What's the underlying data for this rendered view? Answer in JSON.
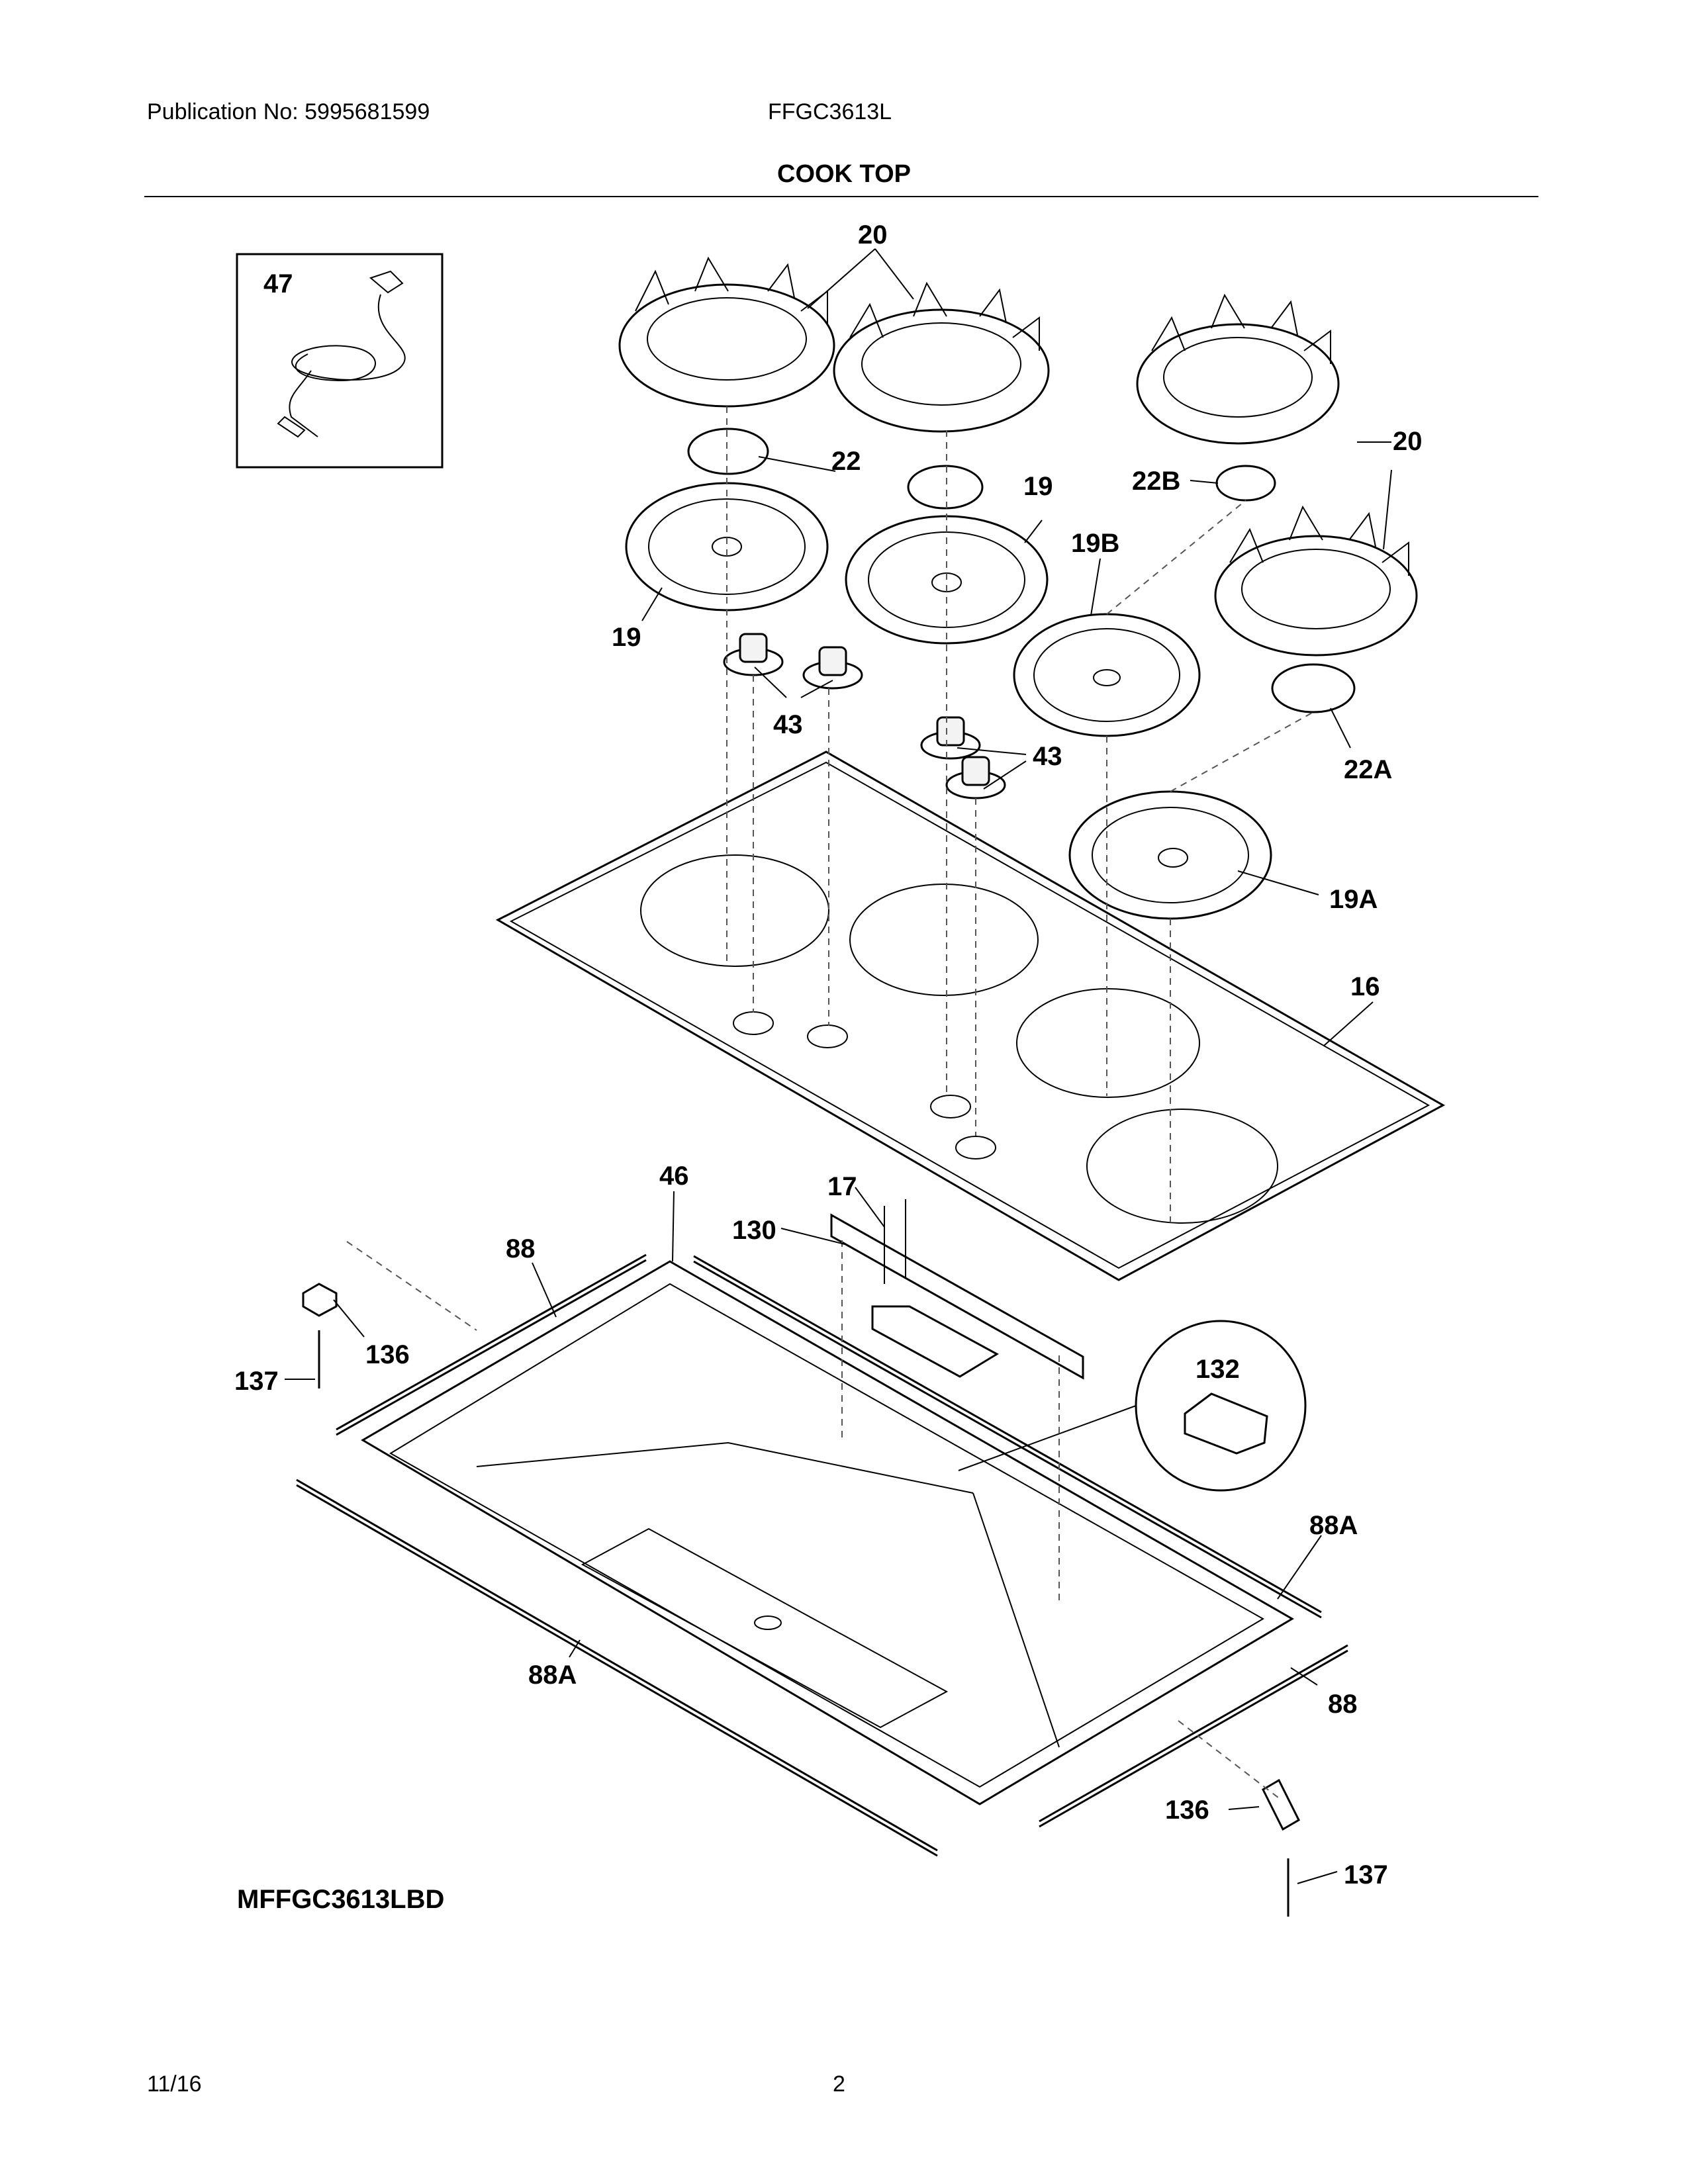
{
  "header": {
    "publication": "Publication No: 5995681599",
    "model": "FFGC3613L",
    "section_title": "COOK TOP"
  },
  "footer": {
    "diagram_id": "MFFGC3613LBD",
    "date": "11/16",
    "page_number": "2"
  },
  "callouts": {
    "c47": "47",
    "c20a": "20",
    "c20b": "20",
    "c22": "22",
    "c22b": "22B",
    "c19a": "19",
    "c19b": "19",
    "c19B": "19B",
    "c43a": "43",
    "c43b": "43",
    "c22A": "22A",
    "c19A": "19A",
    "c16": "16",
    "c46": "46",
    "c17": "17",
    "c130": "130",
    "c88a": "88",
    "c136a": "136",
    "c137a": "137",
    "c132": "132",
    "c88Aa": "88A",
    "c88Ab": "88A",
    "c88b": "88",
    "c136b": "136",
    "c137b": "137"
  }
}
